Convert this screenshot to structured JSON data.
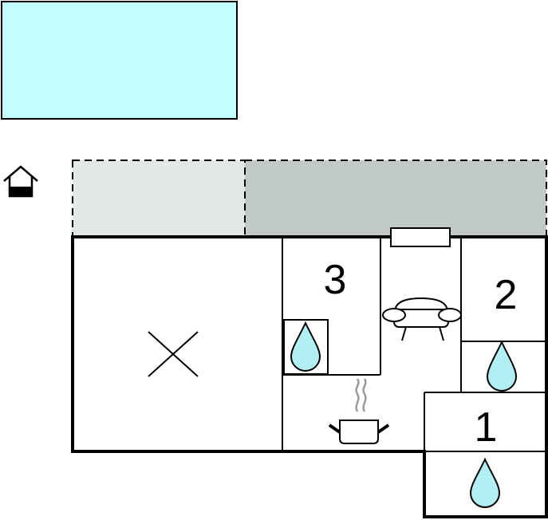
{
  "plan": {
    "rooms": [
      {
        "id": "bedroom-3",
        "label": "3"
      },
      {
        "id": "bedroom-2",
        "label": "2"
      },
      {
        "id": "bedroom-1",
        "label": "1"
      }
    ],
    "icons": [
      "pool-icon",
      "house-entrance-icon",
      "terrace-area",
      "covered-terrace-area",
      "unfinished-room-cross-icon",
      "window-icon",
      "sofa-icon",
      "kitchen-pot-icon",
      "steam-icon",
      "water-drop-icon"
    ]
  },
  "colors": {
    "pool": "#c2feff",
    "terrace_light": "#e3e8e8",
    "terrace_dark": "#c1c9c9",
    "drop": "#b2eff4",
    "wall": "#000000"
  }
}
